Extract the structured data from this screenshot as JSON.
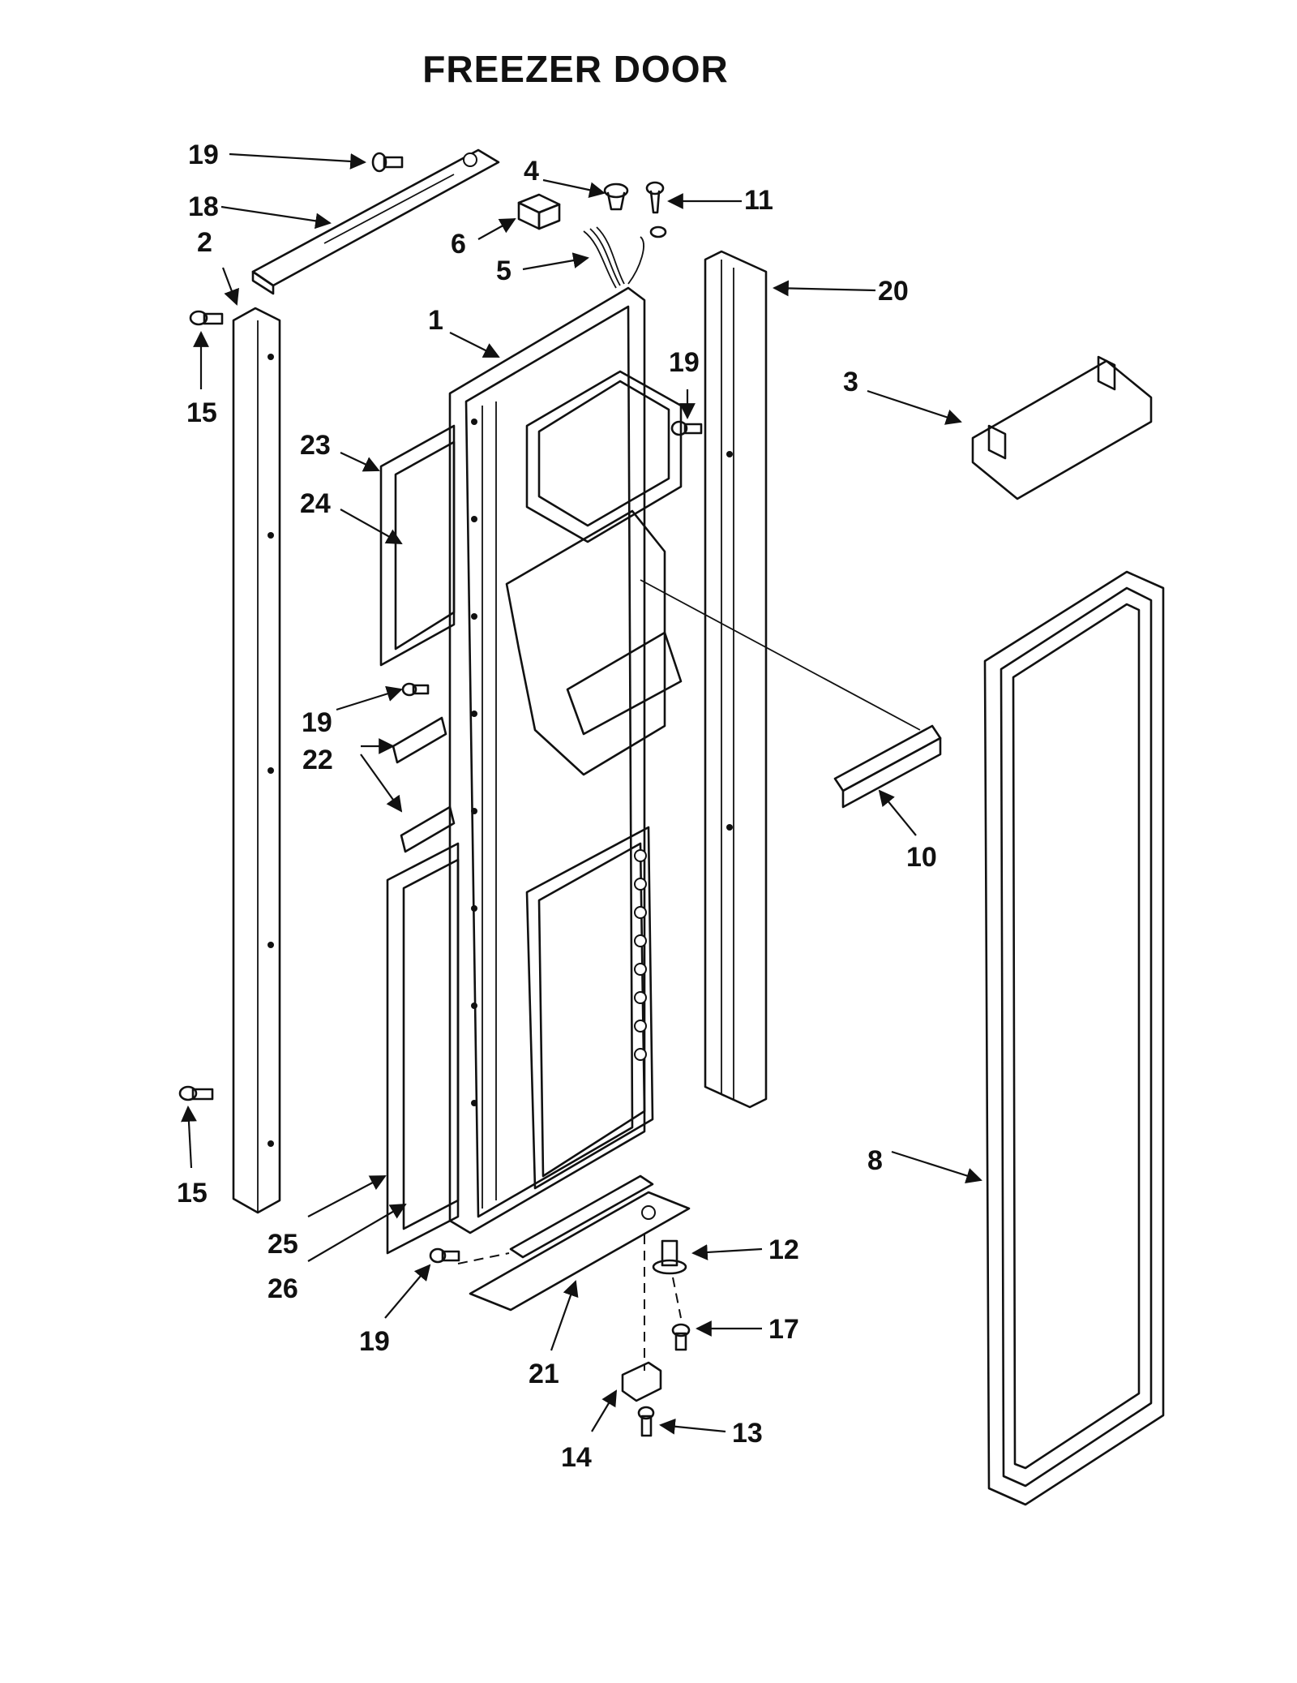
{
  "title": "FREEZER DOOR",
  "callouts": [
    "19",
    "18",
    "2",
    "15",
    "4",
    "6",
    "5",
    "11",
    "20",
    "1",
    "19",
    "3",
    "23",
    "24",
    "19",
    "22",
    "10",
    "15",
    "8",
    "25",
    "26",
    "19",
    "12",
    "17",
    "21",
    "14",
    "13"
  ]
}
